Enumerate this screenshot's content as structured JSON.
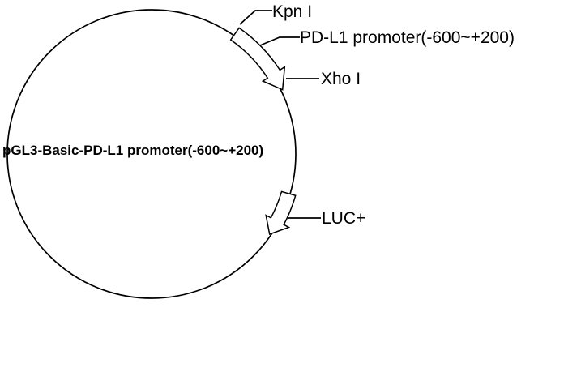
{
  "diagram": {
    "type": "plasmid-map",
    "plasmid_name": "pGL3-Basic-PD-L1 promoter(-600~+200)",
    "features": {
      "kpn_site": "Kpn I",
      "promoter": "PD-L1 promoter(-600~+200)",
      "xho_site": "Xho I",
      "luc_gene": "LUC+"
    },
    "colors": {
      "line": "#000000",
      "fill": "#ffffff",
      "background": "#ffffff"
    }
  }
}
